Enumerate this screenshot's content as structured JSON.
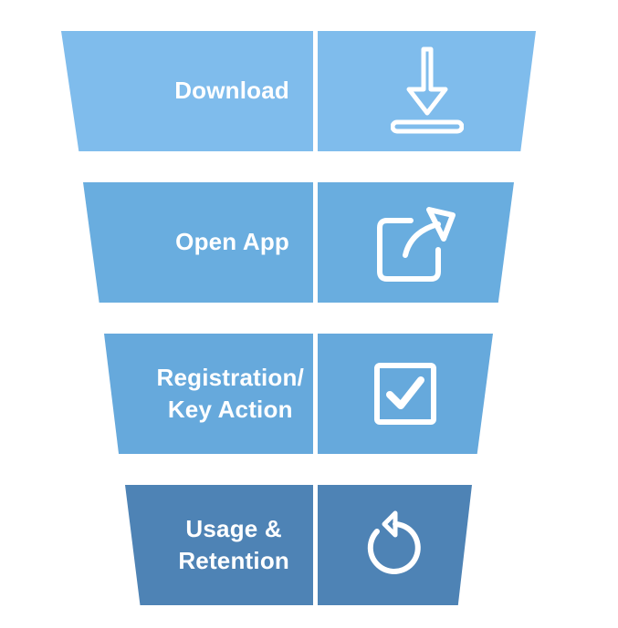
{
  "stages": [
    {
      "label": "Download",
      "icon": "download-icon",
      "color": "#7fbcec"
    },
    {
      "label": "Open App",
      "icon": "open-external-icon",
      "color": "#69addf"
    },
    {
      "label": "Registration/\nKey Action",
      "icon": "checkbox-checked-icon",
      "color": "#66a9dc"
    },
    {
      "label": "Usage &\nRetention",
      "icon": "refresh-icon",
      "color": "#4e83b5"
    }
  ]
}
